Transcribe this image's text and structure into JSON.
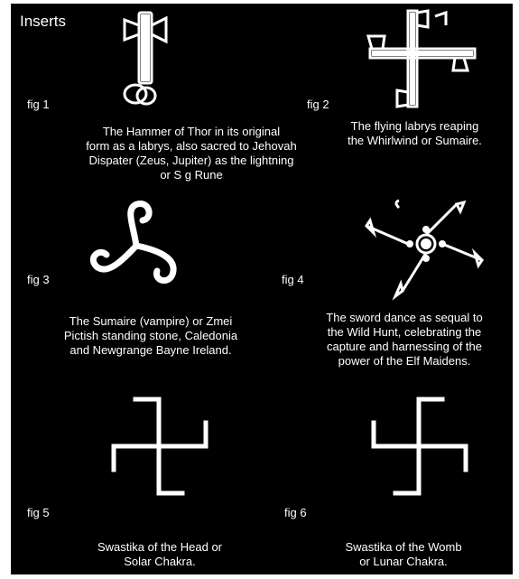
{
  "title": "Inserts",
  "figures": [
    {
      "label": "fig 1",
      "icon": "hammer-of-thor-icon",
      "caption": [
        "The Hammer of Thor in its original",
        "form as a labrys, also sacred to Jehovah",
        "Dispater (Zeus, Jupiter) as the lightning",
        "or S g Rune"
      ]
    },
    {
      "label": "fig 2",
      "icon": "flying-labrys-icon",
      "caption": [
        "The flying labrys reaping",
        "the Whirlwind or Sumaire."
      ]
    },
    {
      "label": "fig 3",
      "icon": "triskele-spiral-icon",
      "caption": [
        "The Sumaire (vampire) or Zmei",
        "Pictish standing stone, Caledonia",
        "and Newgrange Bayne Ireland."
      ]
    },
    {
      "label": "fig 4",
      "icon": "sword-dance-icon",
      "caption": [
        "The sword dance as sequal to",
        "the Wild Hunt, celebrating the",
        "capture and harnessing of the",
        "power of the Elf Maidens."
      ]
    },
    {
      "label": "fig 5",
      "icon": "left-swastika-icon",
      "caption": [
        "Swastika of the Head or",
        "Solar Chakra."
      ]
    },
    {
      "label": "fig 6",
      "icon": "right-swastika-icon",
      "caption": [
        "Swastika of the Womb",
        "or Lunar Chakra."
      ]
    }
  ]
}
